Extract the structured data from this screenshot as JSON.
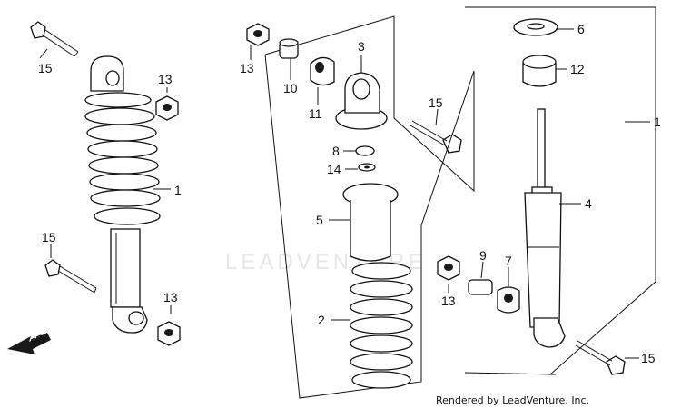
{
  "diagram": {
    "callouts": [
      {
        "id": "c15a",
        "text": "15"
      },
      {
        "id": "c13a",
        "text": "13"
      },
      {
        "id": "c1a",
        "text": "1"
      },
      {
        "id": "c15b",
        "text": "15"
      },
      {
        "id": "c13b",
        "text": "13"
      },
      {
        "id": "c13c",
        "text": "13"
      },
      {
        "id": "c10",
        "text": "10"
      },
      {
        "id": "c11",
        "text": "11"
      },
      {
        "id": "c3",
        "text": "3"
      },
      {
        "id": "c15c",
        "text": "15"
      },
      {
        "id": "c8",
        "text": "8"
      },
      {
        "id": "c14",
        "text": "14"
      },
      {
        "id": "c5",
        "text": "5"
      },
      {
        "id": "c2",
        "text": "2"
      },
      {
        "id": "c13d",
        "text": "13"
      },
      {
        "id": "c9",
        "text": "9"
      },
      {
        "id": "c7",
        "text": "7"
      },
      {
        "id": "c6",
        "text": "6"
      },
      {
        "id": "c12",
        "text": "12"
      },
      {
        "id": "c1b",
        "text": "1"
      },
      {
        "id": "c4",
        "text": "4"
      },
      {
        "id": "c15d",
        "text": "15"
      }
    ],
    "direction_label": "FR.",
    "watermark": "LEADVENTURE",
    "footer": "Rendered by LeadVenture, Inc."
  },
  "colors": {
    "ink": "#111111",
    "paper": "#ffffff",
    "watermark": "#e6e6e6"
  }
}
